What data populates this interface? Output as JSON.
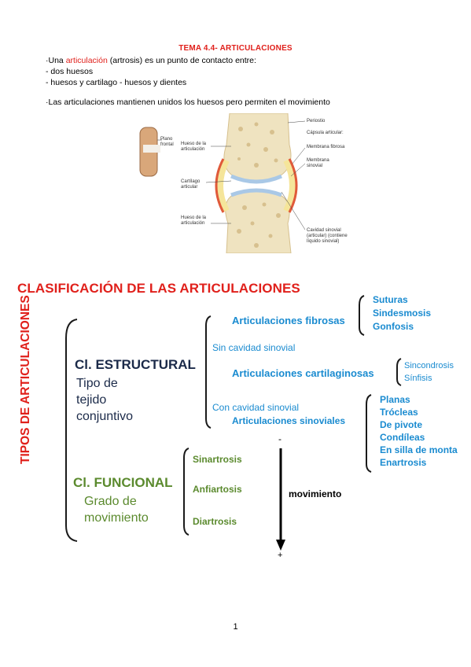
{
  "doc": {
    "title": "TEMA 4.4- ARTICULACIONES",
    "intro_prefix": "·Una ",
    "intro_term": "articulación",
    "intro_rest": " (artrosis) es un punto de contacto entre:",
    "bullet1": "- dos huesos",
    "bullet2": "- huesos y cartilago - huesos y dientes",
    "para2": "·Las articulaciones mantienen unidos los huesos pero permiten el movimiento",
    "page_number": "1"
  },
  "figure": {
    "plano_frontal": "Plano frontal",
    "hueso_arriba": "Hueso de la articulación",
    "cartilago": "Cartílago articular",
    "hueso_abajo": "Hueso de la articulación",
    "periostio": "Periostio",
    "capsula": "Cápsula articular:",
    "membrana_fibrosa": "Membrana fibrosa",
    "membrana_sinovial": "Membrana sinovial",
    "cavidad": "Cavidad sinovial (articular) (contiene líquido sinovial)"
  },
  "diagram": {
    "heading": "CLASIFICACIÓN DE LAS ARTICULACIONES",
    "vertical": "TIPOS DE ARTICULACIONES",
    "estructural": "Cl. ESTRUCTURAL",
    "estructural_desc": [
      "Tipo de",
      "tejido",
      "conjuntivo"
    ],
    "funcional": "Cl. FUNCIONAL",
    "funcional_desc": [
      "Grado de",
      "movimiento"
    ],
    "fibrosas": "Articulaciones fibrosas",
    "fibrosas_items": [
      "Suturas",
      "Sindesmosis",
      "Gonfosis"
    ],
    "sin_cavidad": "Sin cavidad sinovial",
    "cartilaginosas": "Articulaciones cartilaginosas",
    "cartilaginosas_items": [
      "Sincondrosis",
      "Sínfisis"
    ],
    "con_cavidad": "Con cavidad sinovial",
    "sinoviales": "Articulaciones sinoviales",
    "sinoviales_items": [
      "Planas",
      "Trócleas",
      "De pivote",
      "Condíleas",
      "En silla de monta",
      "Enartrosis"
    ],
    "funcional_items": [
      "Sinartrosis",
      "Anfiartosis",
      "Diartrosis"
    ],
    "movimiento": "movimiento",
    "minus": "-",
    "plus": "+"
  }
}
